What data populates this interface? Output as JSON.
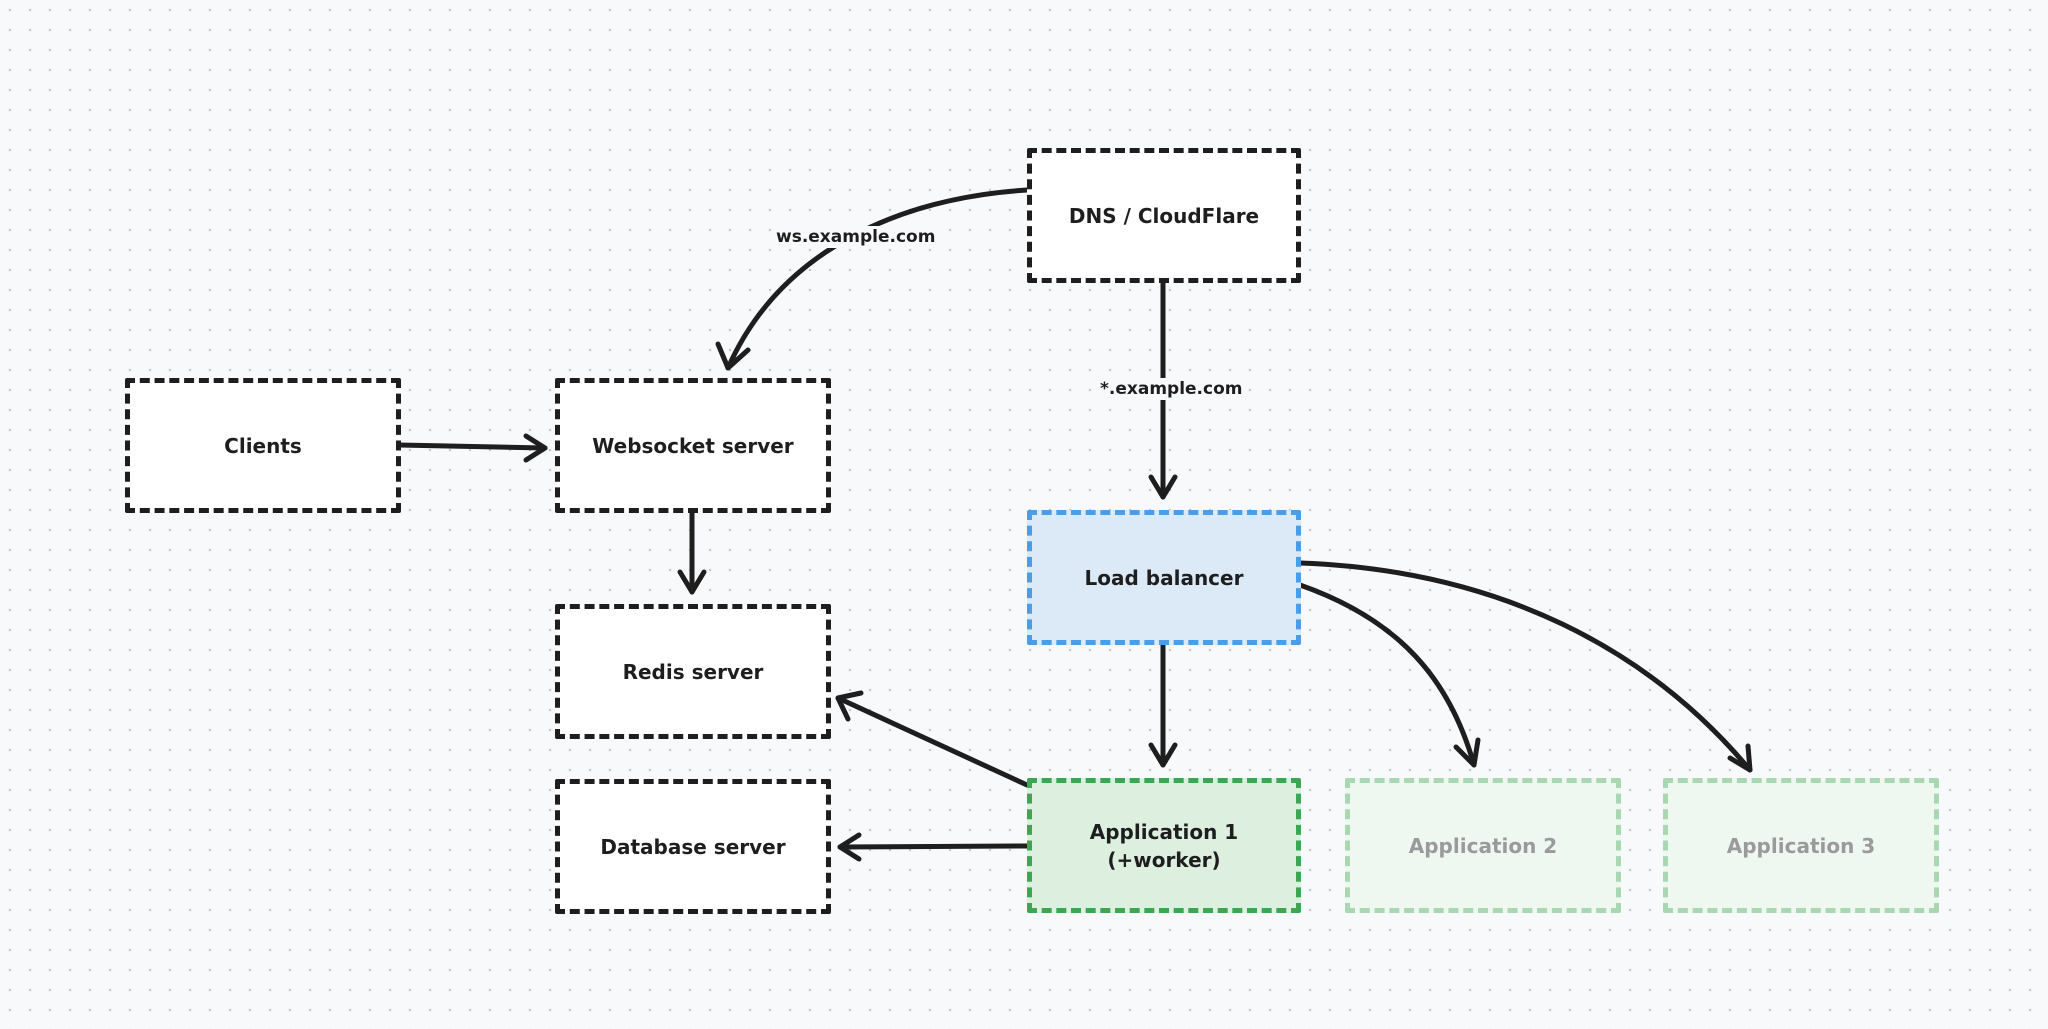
{
  "diagram": {
    "nodes": {
      "dns": {
        "label": "DNS / CloudFlare"
      },
      "clients": {
        "label": "Clients"
      },
      "websocket": {
        "label": "Websocket server"
      },
      "redis": {
        "label": "Redis server"
      },
      "database": {
        "label": "Database server"
      },
      "load_balancer": {
        "label": "Load balancer"
      },
      "app1": {
        "label_line1": "Application 1",
        "label_line2": "(+worker)"
      },
      "app2": {
        "label": "Application 2"
      },
      "app3": {
        "label": "Application 3"
      }
    },
    "edge_labels": {
      "dns_to_websocket": "ws.example.com",
      "dns_to_load_balancer": "*.example.com"
    }
  }
}
